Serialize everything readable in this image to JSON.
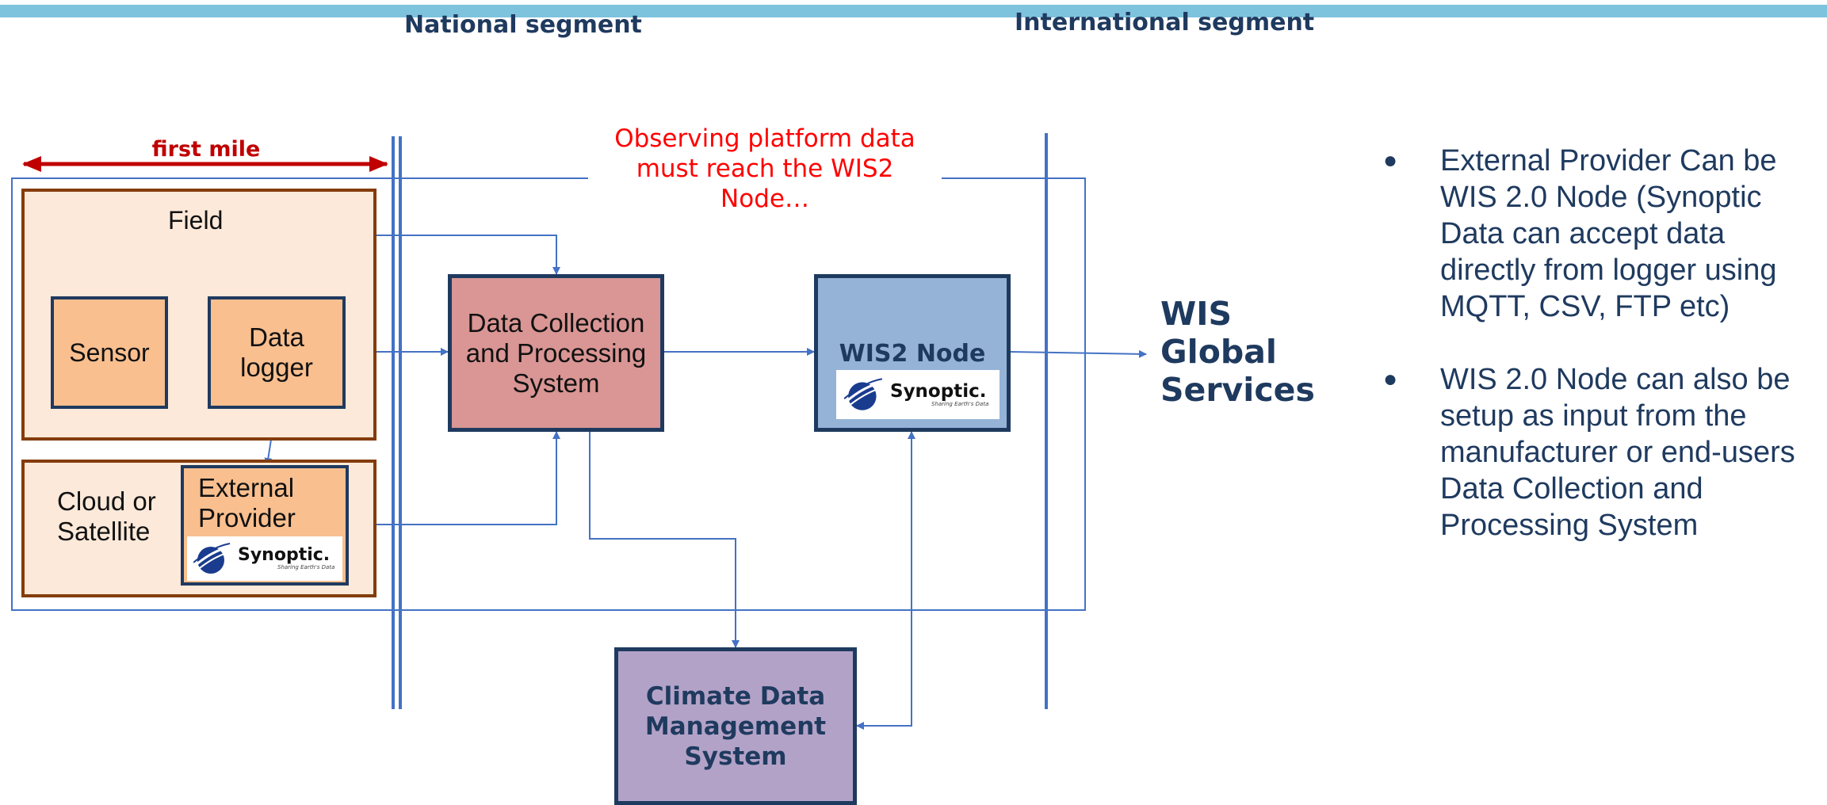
{
  "segments": {
    "national": "National segment",
    "international": "International segment"
  },
  "first_mile": {
    "label": "first mile",
    "color": "#c00000"
  },
  "note": {
    "text": "Observing platform data must reach the WIS2 Node…",
    "color": "#ff0000"
  },
  "field": {
    "label": "Field"
  },
  "nodes": {
    "sensor": "Sensor",
    "data_logger": "Data logger",
    "dcps": "Data Collection and Processing System",
    "wis2_node": "WIS2 Node",
    "external_provider": "External Provider",
    "cloud": "Cloud or Satellite",
    "cdms": "Climate Data Management System",
    "wis_global": "WIS Global Services"
  },
  "logo": {
    "name": "Synoptic.",
    "tagline": "Sharing Earth's Data"
  },
  "bullets": [
    "External Provider Can be WIS 2.0  Node (Synoptic Data can accept data directly from logger using MQTT, CSV, FTP etc)",
    "WIS 2.0 Node can also be setup as input from the manufacturer or end-users Data Collection and Processing System"
  ],
  "colors": {
    "connector": "#4472c4",
    "field_fill": "#fde9d9",
    "field_border": "#843c0c",
    "orange_fill": "#f9bf8f",
    "dcps_fill": "#d99694",
    "wis2_fill": "#95b3d7",
    "cdms_fill": "#b3a2c7",
    "dark_text": "#1f3a5f"
  }
}
